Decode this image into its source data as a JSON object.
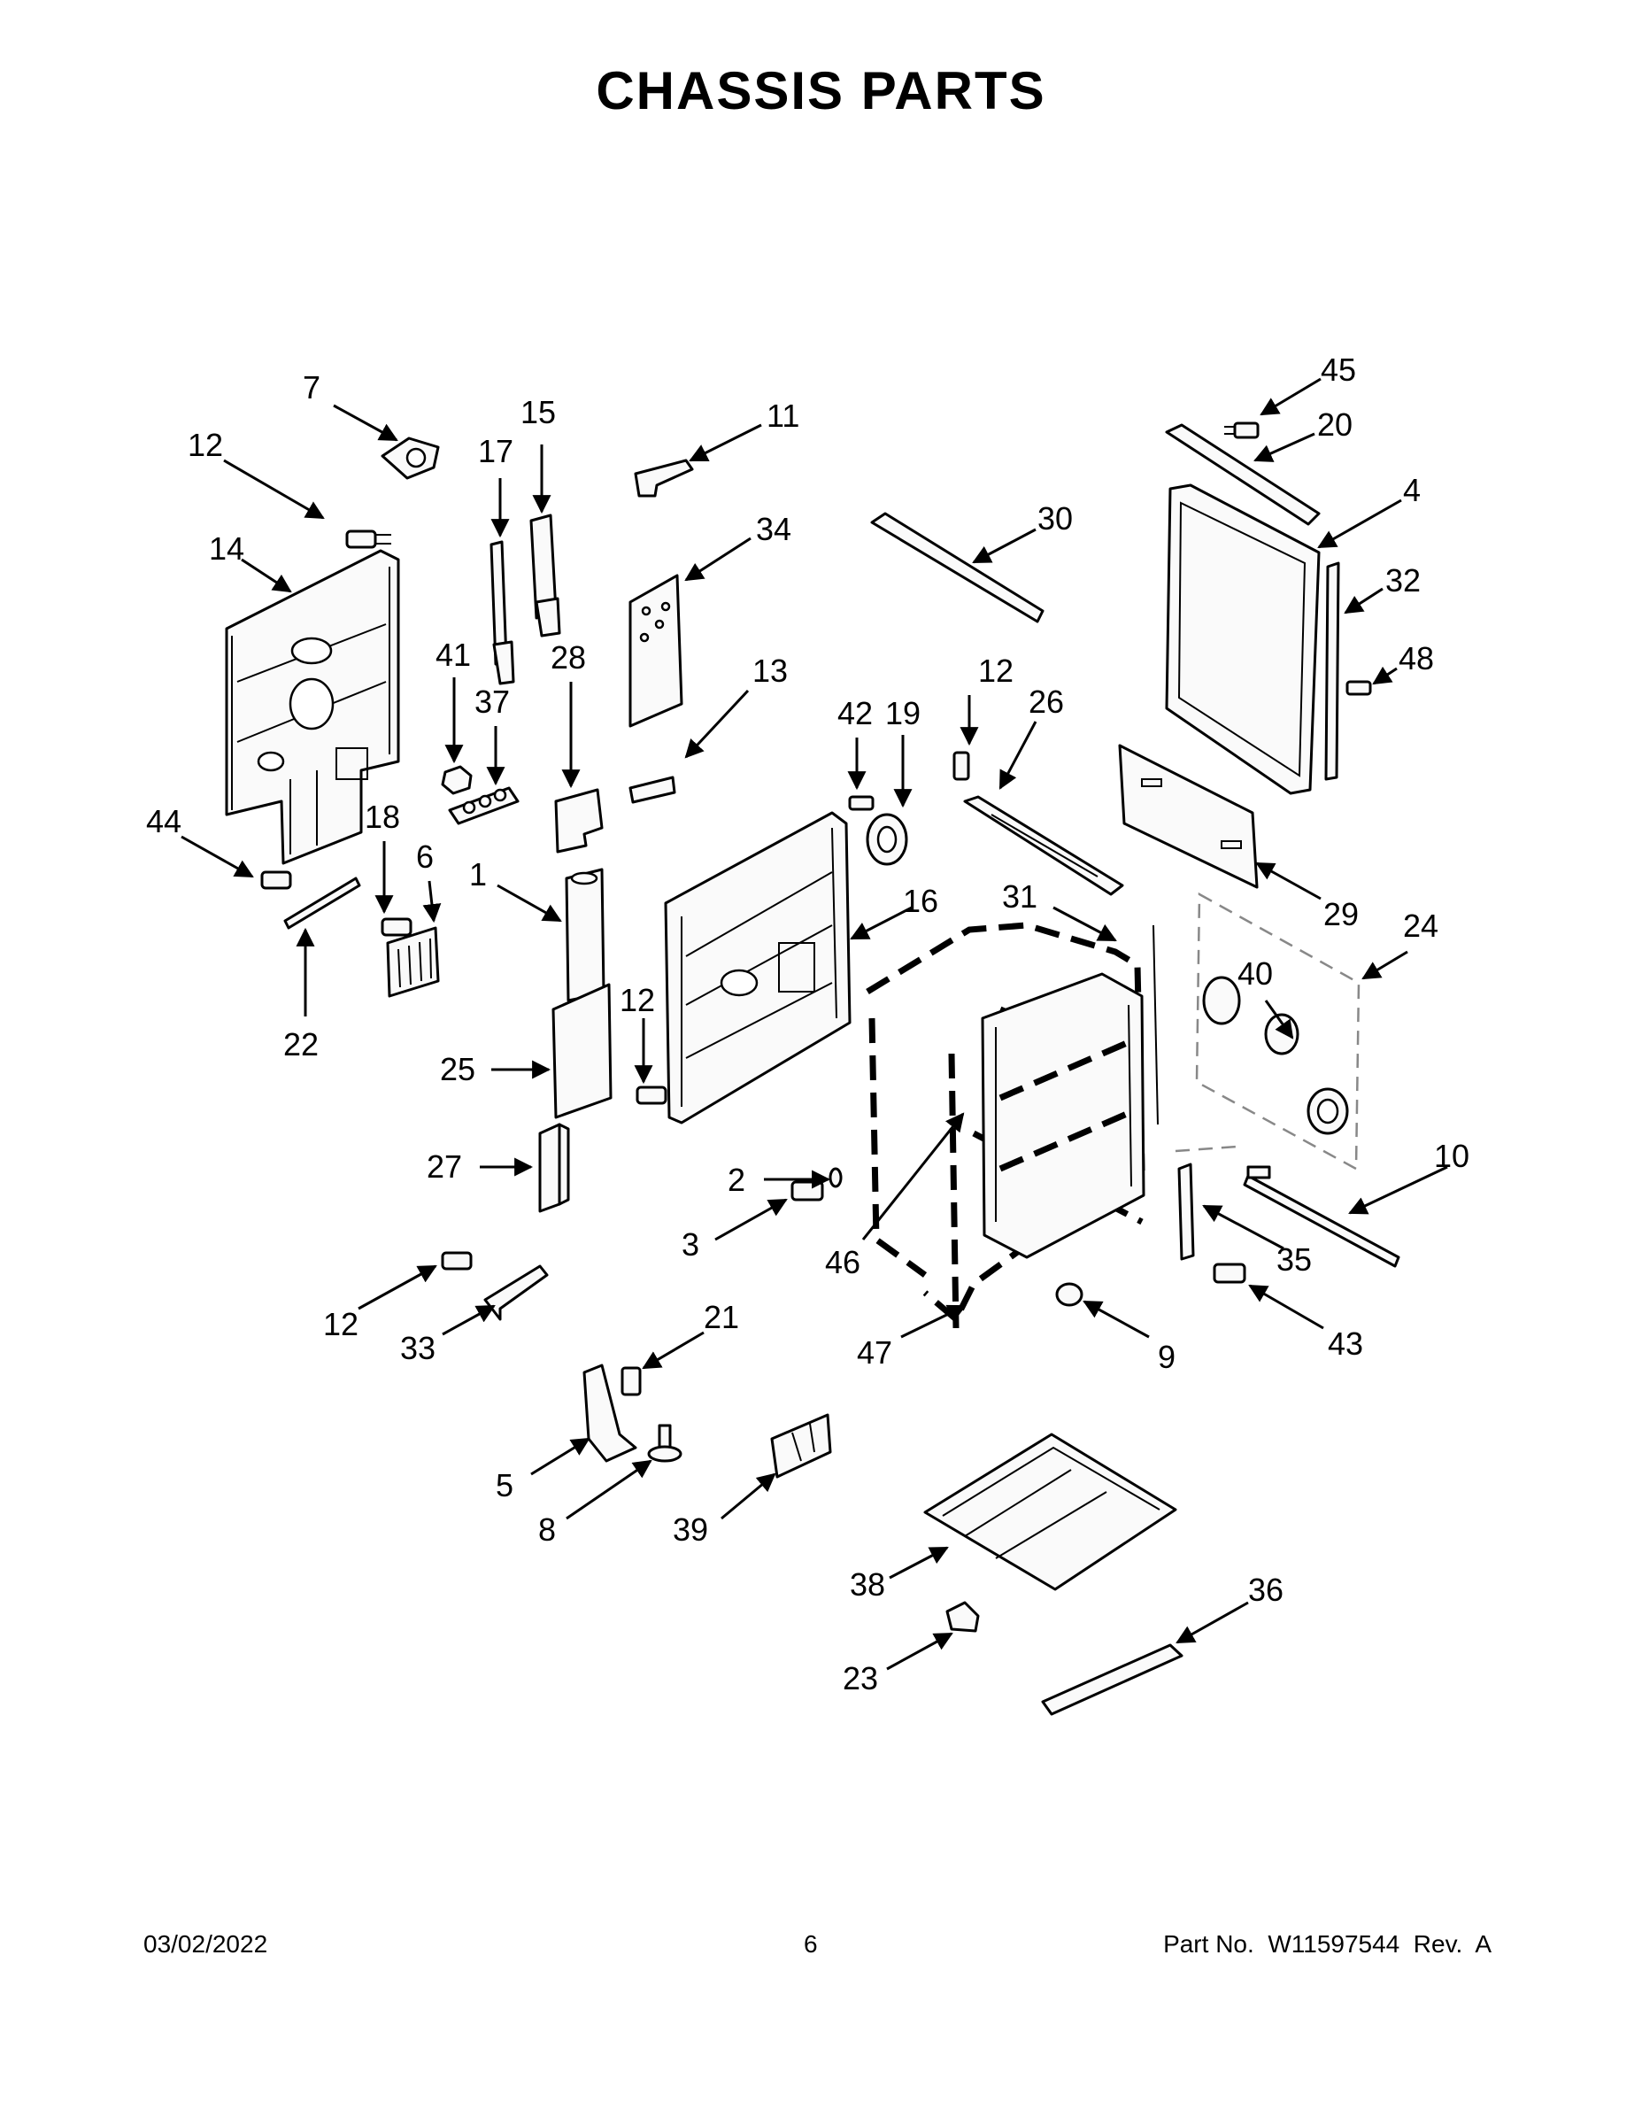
{
  "title": "CHASSIS PARTS",
  "callouts": [
    "1",
    "2",
    "3",
    "4",
    "5",
    "6",
    "7",
    "8",
    "9",
    "10",
    "11",
    "12",
    "13",
    "14",
    "15",
    "16",
    "17",
    "18",
    "19",
    "20",
    "21",
    "22",
    "23",
    "24",
    "25",
    "26",
    "27",
    "28",
    "29",
    "30",
    "31",
    "32",
    "33",
    "34",
    "35",
    "36",
    "37",
    "38",
    "39",
    "40",
    "41",
    "42",
    "43",
    "44",
    "45",
    "46",
    "47",
    "48"
  ],
  "footer": {
    "date": "03/02/2022",
    "page": "6",
    "part_no": "Part No.  W11597544  Rev.  A"
  }
}
